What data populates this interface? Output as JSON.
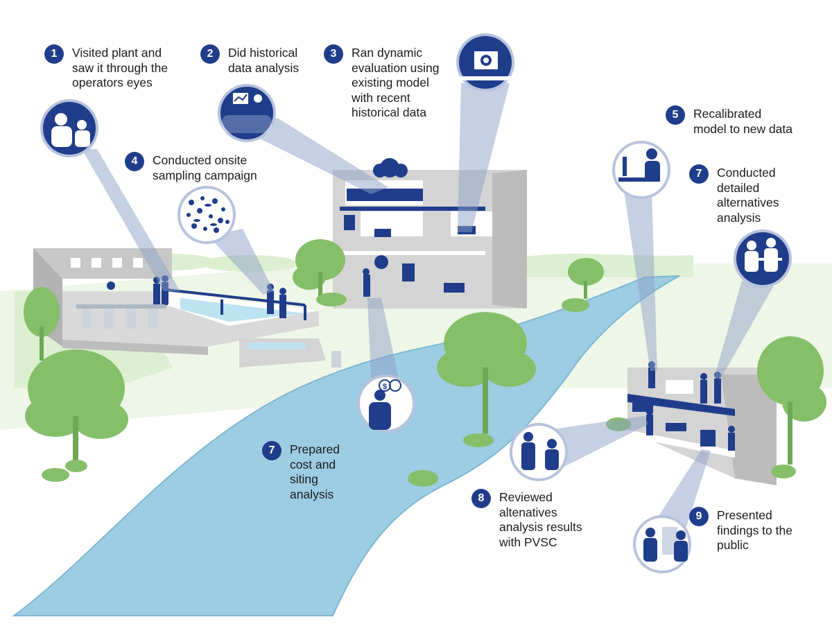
{
  "steps": [
    {
      "number": "1",
      "text": "Visited plant and\nsaw it through the\noperators eyes"
    },
    {
      "number": "2",
      "text": "Did historical\ndata analysis"
    },
    {
      "number": "3",
      "text": "Ran dynamic\nevaluation using\nexisting model\nwith recent\nhistorical data"
    },
    {
      "number": "4",
      "text": "Conducted onsite\nsampling campaign"
    },
    {
      "number": "5",
      "text": "Recalibrated\nmodel to new data"
    },
    {
      "number": "7",
      "text": "Conducted\ndetailed\nalternatives\nanalysis"
    },
    {
      "number": "7",
      "text": "Prepared\ncost and\nsiting\nanalysis"
    },
    {
      "number": "8",
      "text": "Reviewed\naltenatives\nanalysis results\nwith PVSC"
    },
    {
      "number": "9",
      "text": "Presented\nfindings to the\npublic"
    }
  ],
  "cost_bubble_symbol": "$",
  "colors": {
    "navy": "#1f3d8a",
    "beam": "#b7c3dd",
    "river": "#9dcde3",
    "tree": "#86bf6a",
    "ground": "#dcefd0",
    "building": "#cfcfcf"
  }
}
